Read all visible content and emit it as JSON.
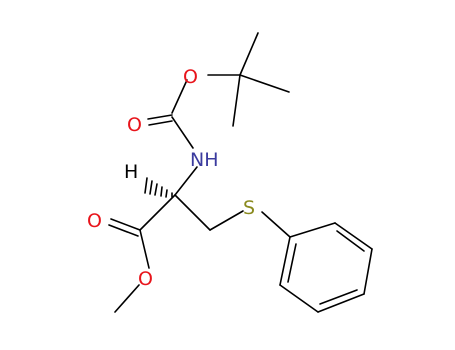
{
  "molecule": {
    "atoms": {
      "o_ester_top": "O",
      "o_carbonyl_top": "O",
      "nh": "NH",
      "h_stereo": "H",
      "o_carbonyl_bottom": "O",
      "o_ester_bottom": "O",
      "s": "S"
    }
  },
  "colors": {
    "bond": "#000000",
    "oxygen": "#e8141b",
    "nitrogen": "#3b3b9e",
    "sulfur": "#8a8a1e",
    "hydrogen": "#000000"
  }
}
